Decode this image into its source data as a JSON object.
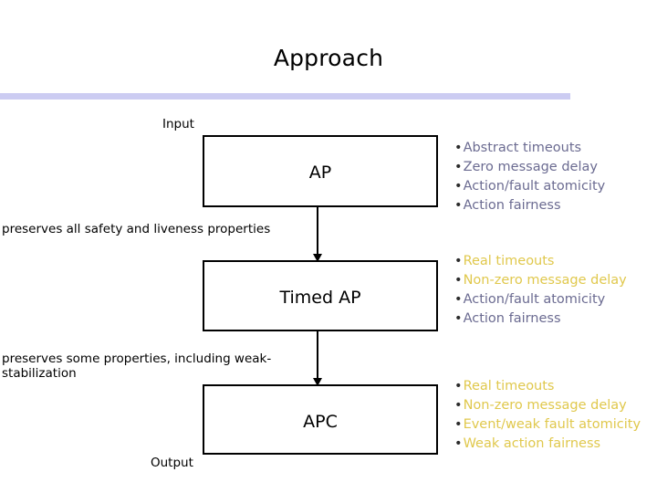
{
  "slide": {
    "title": "Approach",
    "accent_rule_color": "#ccccf2",
    "text_color": "#000000",
    "bullet_muted_color": "#6b6b91",
    "bullet_accent_color": "#e0c84c"
  },
  "captions": {
    "input": "Input",
    "output": "Output",
    "between_ap_and_timed": "preserves all safety and liveness properties",
    "between_timed_and_apc": "preserves some properties, including weak-stabilization"
  },
  "boxes": [
    {
      "id": "ap",
      "label": "AP"
    },
    {
      "id": "timed-ap",
      "label": "Timed AP"
    },
    {
      "id": "apc",
      "label": "APC"
    }
  ],
  "bullet_groups": [
    {
      "id": "ap",
      "items": [
        {
          "text": "Abstract timeouts",
          "accent": false
        },
        {
          "text": "Zero message delay",
          "accent": false
        },
        {
          "text": "Action/fault atomicity",
          "accent": false
        },
        {
          "text": "Action fairness",
          "accent": false
        }
      ]
    },
    {
      "id": "timed-ap",
      "items": [
        {
          "text": "Real timeouts",
          "accent": true
        },
        {
          "text": "Non-zero message delay",
          "accent": true
        },
        {
          "text": "Action/fault atomicity",
          "accent": false
        },
        {
          "text": "Action fairness",
          "accent": false
        }
      ]
    },
    {
      "id": "apc",
      "items": [
        {
          "text": "Real timeouts",
          "accent": true
        },
        {
          "text": "Non-zero message delay",
          "accent": true
        },
        {
          "text": "Event/weak fault atomicity",
          "accent": true
        },
        {
          "text": "Weak action fairness",
          "accent": true
        }
      ]
    }
  ],
  "bullet_marker": "•"
}
